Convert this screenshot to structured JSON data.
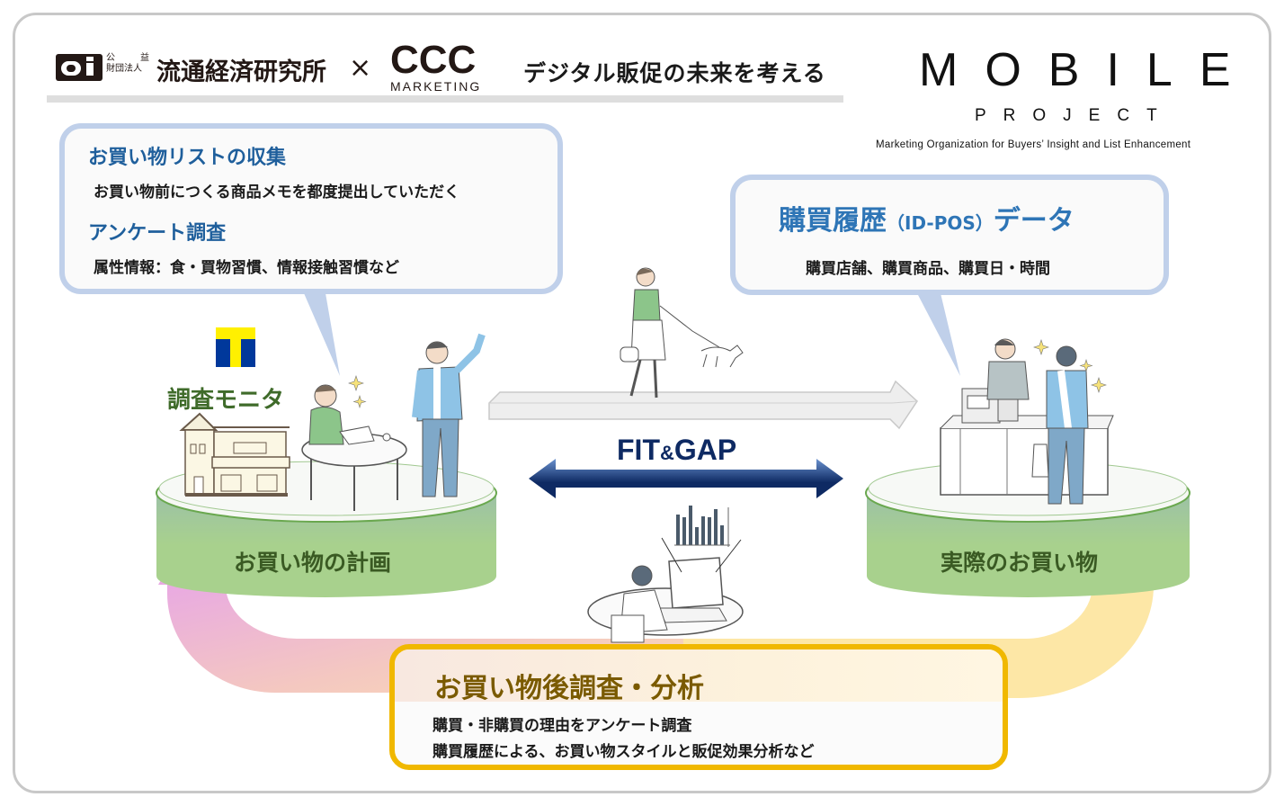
{
  "header": {
    "di_logo_text": "di",
    "di_small_top_left": "公",
    "di_small_top_right": "益",
    "di_small_bottom": "財団法人",
    "di_name": "流通経済研究所",
    "times_symbol": "×",
    "ccc_logo": "CCC",
    "ccc_sub": "MARKETING",
    "tagline": "デジタル販促の未来を考える"
  },
  "mobile_project": {
    "title": "MOBILE",
    "subtitle": "PROJECT",
    "description": "Marketing Organization for Buyers’ Insight and List Enhancement"
  },
  "left_bubble": {
    "title1": "お買い物リストの収集",
    "text1": "お買い物前につくる商品メモを都度提出していただく",
    "title2": "アンケート調査",
    "text2": "属性情報：食・買物習慣、情報接触習慣など"
  },
  "right_bubble": {
    "title_main": "購買履歴",
    "title_paren": "（ID-POS）",
    "title_tail": "データ",
    "text": "購買店舗、購買商品、購買日・時間"
  },
  "left_platform": {
    "monitor_label": "調査モニタ",
    "t_logo": "T",
    "label": "お買い物の計画"
  },
  "right_platform": {
    "label": "実際のお買い物"
  },
  "center": {
    "fitgap_fit": "FIT",
    "fitgap_amp": "&",
    "fitgap_gap": "GAP"
  },
  "bottom_box": {
    "title": "お買い物後調査・分析",
    "line1": "購買・非購買の理由をアンケート調査",
    "line2": "購買履歴による、お買い物スタイルと販促効果分析など"
  },
  "colors": {
    "bubble_border": "#c0d0ea",
    "blue_title": "#1f5f9c",
    "platform_green": "#a8d18d",
    "platform_text": "#3a5a23",
    "fitgap_navy": "#0e2a63",
    "bottom_border": "#f0b800",
    "loop_pink": "#e8a8e0",
    "loop_yellow": "#fde7a6"
  }
}
